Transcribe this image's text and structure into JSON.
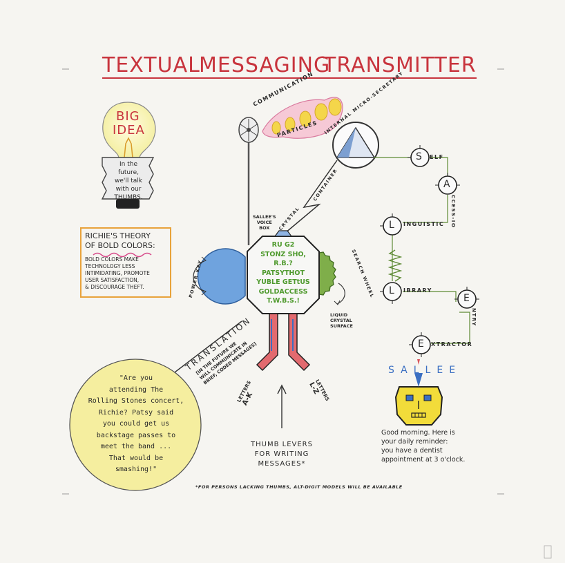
{
  "title": [
    "TEXTUAL",
    "MESSAGING",
    "TRANSMITTER"
  ],
  "big_idea": {
    "bulb_line1": "BIG",
    "bulb_line2": "IDEA",
    "base_lines": [
      "In the",
      "future,",
      "we'll talk",
      "with our",
      "THUMBS."
    ]
  },
  "theory": {
    "heading_line1": "RICHIE'S THEORY",
    "heading_line2": "OF BOLD COLORS:",
    "body_lines": [
      "BOLD COLORS MAKE",
      "TECHNOLOGY LESS",
      "INTIMIDATING, PROMOTE",
      "USER SATISFACTION,",
      "& DISCOURAGE THEFT."
    ]
  },
  "screen_lines": [
    "RU G2",
    "STONZ SHO,",
    "R.B.?",
    "PATSYTHOT",
    "YUBLE GETtUS",
    "GOLDACCESS",
    "T.W.B.S.!"
  ],
  "labels": {
    "communication": "COMMUNICATION",
    "particles": "PARTICLES",
    "micro_secretary": "INTERNAL MICRO-SECRETARY",
    "voice_box_1": "SALLEE'S",
    "voice_box_2": "VOICE",
    "voice_box_3": "BOX",
    "crystal": "CRYSTAL",
    "container": "CONTAINER",
    "power_key": "POWER KEY",
    "search_wheel": "SEARCH WHEEL",
    "liquid_1": "LIQUID",
    "liquid_2": "CRYSTAL",
    "liquid_3": "SURFACE",
    "letters_ak_1": "LETTERS",
    "letters_ak_2": "A-K",
    "letters_lz_1": "LETTERS",
    "letters_lz_2": "L-Z",
    "translation": "TRANSLATION",
    "translation_note_1": "[IN THE FUTURE WE",
    "translation_note_2": "WILL COMMUNICATE IN",
    "translation_note_3": "BRIEF, CODED MESSAGES]"
  },
  "acronym": [
    {
      "letter": "S",
      "word": "ELF"
    },
    {
      "letter": "A",
      "word": "CCESS-IO"
    },
    {
      "letter": "L",
      "word": "INGUISTIC"
    },
    {
      "letter": "L",
      "word": "IBRARY"
    },
    {
      "letter": "E",
      "word": "NTRY"
    },
    {
      "letter": "E",
      "word": "XTRACTOR"
    }
  ],
  "sallee": {
    "name_letters": [
      "S",
      "A",
      "L",
      "L",
      "E",
      "E"
    ],
    "message_lines": [
      "Good morning. Here is",
      "your daily reminder:",
      "you have a dentist",
      "appointment at 3 o'clock."
    ]
  },
  "speech_lines": [
    "\"Are you",
    "attending The",
    "Rolling Stones concert,",
    "Richie? Patsy said",
    "you could get us",
    "backstage passes to",
    "meet the band ...",
    "That would be",
    "smashing!\""
  ],
  "thumb_levers_lines": [
    "THUMB LEVERS",
    "FOR WRITING",
    "MESSAGES*"
  ],
  "footnote": "*FOR PERSONS LACKING THUMBS, ALT-DIGIT MODELS WILL BE AVAILABLE",
  "colors": {
    "title_red": "#c8343d",
    "screen_green": "#4f9a2e",
    "power_blue": "#4b84c6",
    "search_green": "#5d8a34",
    "bulb_yellow": "#f3ee9b",
    "legs_red": "#d9545a",
    "theory_orange": "#e8a23a",
    "face_yellow": "#f2dc3a",
    "sallee_blue": "#3b6fc2",
    "particles_pink": "#e8a0b8"
  }
}
